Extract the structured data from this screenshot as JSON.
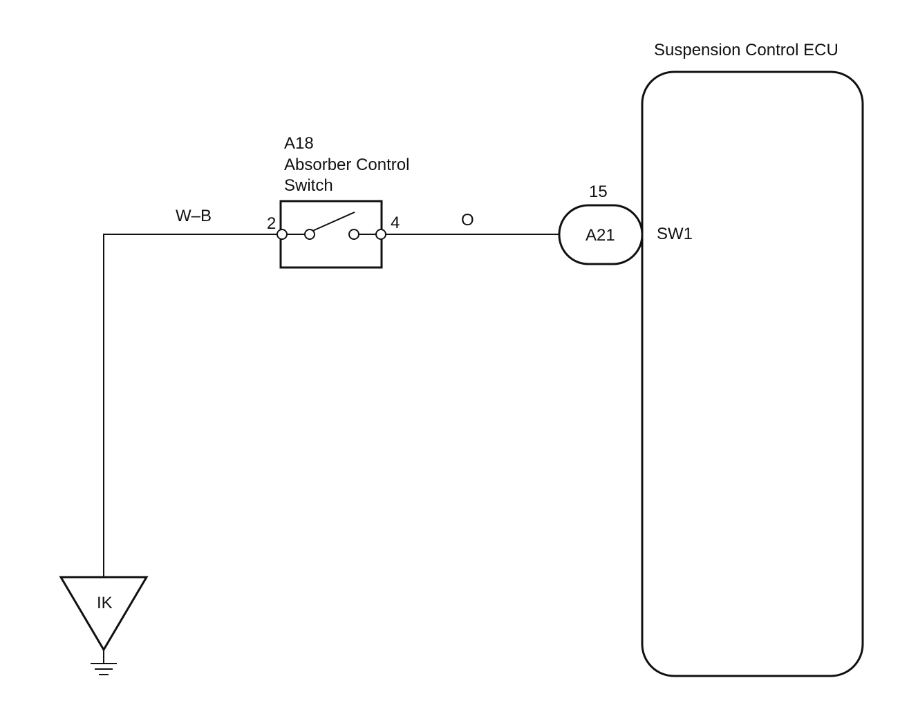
{
  "ecu": {
    "title": "Suspension Control ECU",
    "pin_label": "SW1"
  },
  "switch": {
    "code": "A18",
    "name_line1": "Absorber Control",
    "name_line2": "Switch",
    "pin_left": "2",
    "pin_right": "4"
  },
  "connector": {
    "code": "A21",
    "pin": "15"
  },
  "wires": {
    "ground_wire_color": "W–B",
    "signal_wire_color": "O"
  },
  "ground": {
    "label": "IK"
  }
}
